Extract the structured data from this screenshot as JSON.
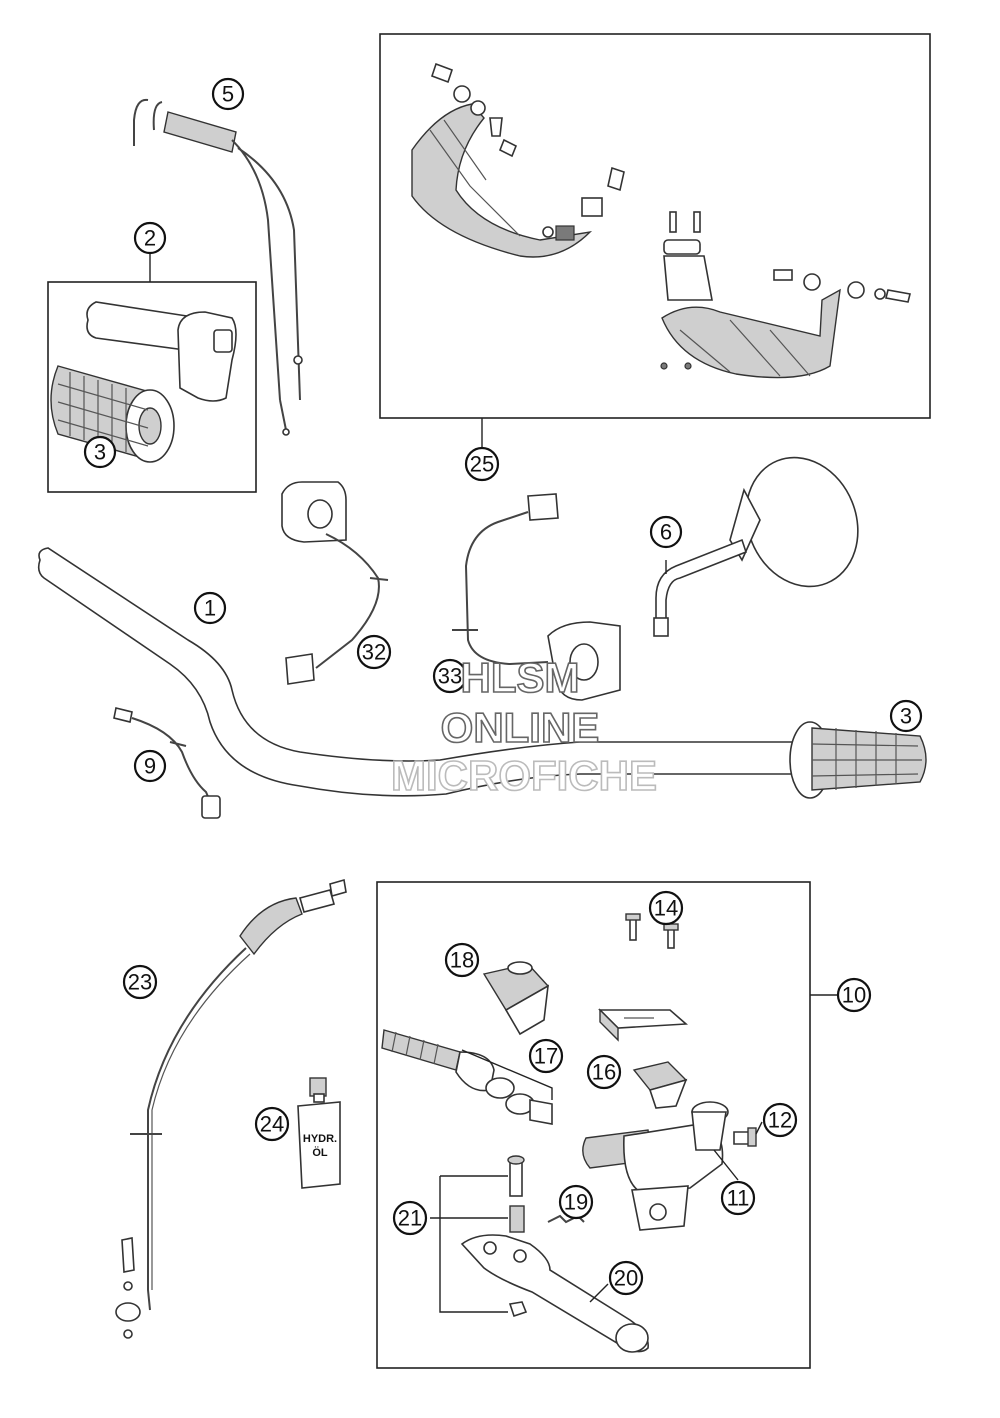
{
  "callouts": {
    "c1": "1",
    "c2": "2",
    "c3a": "3",
    "c3b": "3",
    "c5": "5",
    "c6": "6",
    "c9": "9",
    "c10": "10",
    "c11": "11",
    "c12": "12",
    "c14": "14",
    "c16": "16",
    "c17": "17",
    "c18": "18",
    "c19": "19",
    "c20": "20",
    "c21": "21",
    "c23": "23",
    "c24": "24",
    "c25": "25",
    "c32": "32",
    "c33": "33"
  },
  "bottle": {
    "line1": "HYDR.",
    "line2": "ÖL"
  },
  "watermark": {
    "line1": "HLSM",
    "line2": "ONLINE",
    "line3": "MICROFICHE"
  }
}
